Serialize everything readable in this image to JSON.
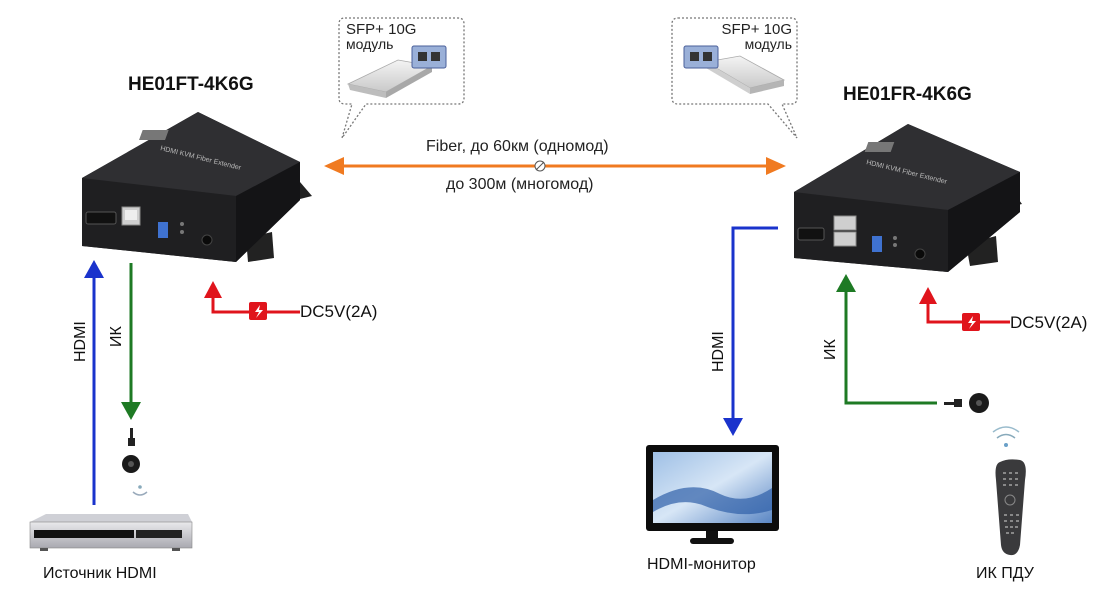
{
  "colors": {
    "fiber": "#f07a20",
    "hdmi": "#1a33cc",
    "ir": "#1e7a24",
    "power": "#e0141c",
    "device": "#2a2a2c"
  },
  "transmitter": {
    "model": "HE01FT-4K6G",
    "panel_text": "HDMI KVM Fiber Extender",
    "ports": [
      "hdmi-port",
      "usb-b-port",
      "dip-switch",
      "led-indicators",
      "dc-jack"
    ]
  },
  "receiver": {
    "model": "HE01FR-4K6G",
    "panel_text": "HDMI KVM Fiber Extender",
    "ports": [
      "hdmi-port",
      "usb-a-ports",
      "dip-switch",
      "led-indicators",
      "dc-jack"
    ]
  },
  "sfp_left": {
    "line1": "SFP+ 10G",
    "line2": "модуль"
  },
  "sfp_right": {
    "line1": "SFP+ 10G",
    "line2": "модуль"
  },
  "fiber": {
    "label_top": "Fiber, до 60км (одномод)",
    "label_bottom": "до 300м (многомод)"
  },
  "left_links": {
    "hdmi_label": "HDMI",
    "ir_label": "ИК",
    "power_label": "DC5V(2A)"
  },
  "right_links": {
    "hdmi_label": "HDMI",
    "ir_label": "ИК",
    "power_label": "DC5V(2A)"
  },
  "endpoints": {
    "source": "Источник HDMI",
    "monitor": "HDMI-монитор",
    "remote": "ИК ПДУ"
  }
}
